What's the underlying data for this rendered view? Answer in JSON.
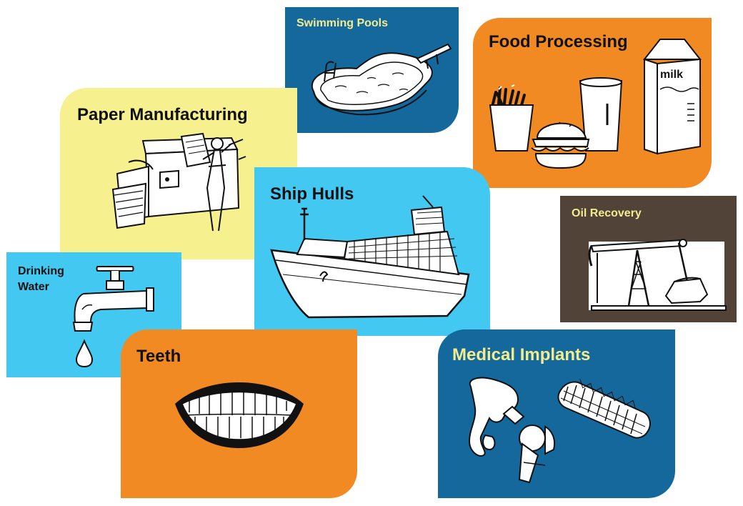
{
  "tiles": {
    "swimming_pools": {
      "label": "Swimming Pools",
      "color": "#14689b",
      "text_color": "#f3ec8e"
    },
    "food_processing": {
      "label": "Food Processing",
      "color": "#f28a24",
      "text_color": "#111111",
      "milk_text": "milk"
    },
    "paper_manufacturing": {
      "label": "Paper Manufacturing",
      "color": "#f6f08f",
      "text_color": "#111111"
    },
    "ship_hulls": {
      "label": "Ship Hulls",
      "color": "#43c8f2",
      "text_color": "#111111"
    },
    "oil_recovery": {
      "label": "Oil Recovery",
      "color": "#514338",
      "text_color": "#f3ec8e"
    },
    "drinking_water": {
      "label_line1": "Drinking",
      "label_line2": "Water",
      "color": "#43c8f2",
      "text_color": "#111111"
    },
    "teeth": {
      "label": "Teeth",
      "color": "#f28a24",
      "text_color": "#111111"
    },
    "medical_implants": {
      "label": "Medical Implants",
      "color": "#14689b",
      "text_color": "#f3ec8e"
    }
  },
  "icons": {
    "pool": "swimming-pool-icon",
    "fries": "french-fries-icon",
    "burger": "hamburger-icon",
    "glass": "glass-icon",
    "milk": "milk-carton-icon",
    "printer": "printing-press-icon",
    "ship": "cargo-ship-icon",
    "pumpjack": "oil-pumpjack-icon",
    "faucet": "faucet-icon",
    "drop": "water-drop-icon",
    "teeth": "teeth-smile-icon",
    "bone_implant": "bone-implant-icon",
    "stent": "stent-icon"
  }
}
